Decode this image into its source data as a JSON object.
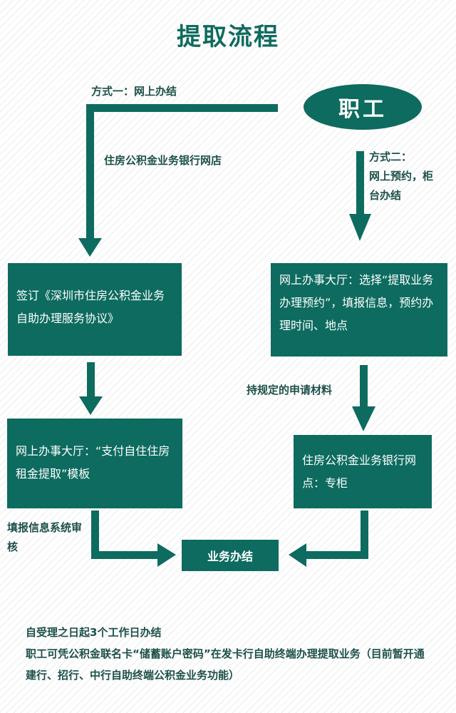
{
  "diagram": {
    "title": "提取流程",
    "start": "职工",
    "method1_label": "方式一：网上办结",
    "method1_channel": "住房公积金业务银行网店",
    "method2_label_lines": [
      "方式二：",
      "网上预约，柜",
      "台办结"
    ],
    "box_sign": "签订《深圳市住房公积金业务自助办理服务协议》",
    "box_online_rent": "网上办事大厅：“支付自住住房租金提取”模板",
    "label_review": "填报信息系统审核",
    "box_online_reserve": "网上办事大厅：选择“提取业务办理预约”，填报信息，预约办理时间、地点",
    "label_materials": "持规定的申请材料",
    "box_counter": "住房公积金业务银行网点：专柜",
    "done": "业务办结",
    "notes": [
      "自受理之日起3个工作日办结",
      "职工可凭公积金联名卡“储蓄账户密码”在发卡行自助终端办理提取业务（目前暂开通建行、招行、中行自助终端公积金业务功能）"
    ]
  },
  "colors": {
    "primary": "#0d6b5f",
    "title": "#0f6b5e",
    "label_text": "#1d5049",
    "box_text": "#ffffff"
  }
}
